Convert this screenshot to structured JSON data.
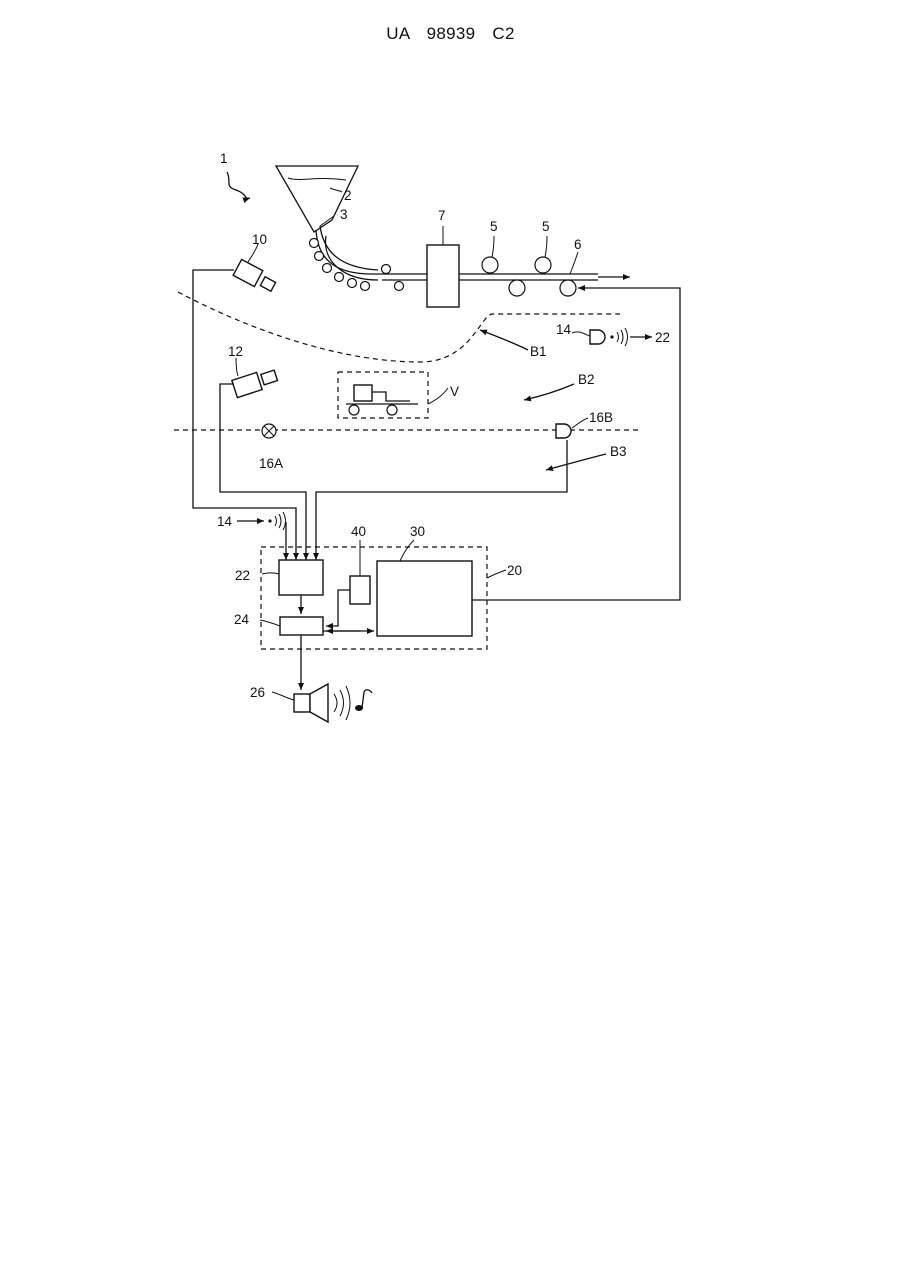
{
  "header": {
    "patent_number": "UA   98939   C2"
  },
  "labels": {
    "system": "1",
    "hopper": "2",
    "chute": "3",
    "roller_a": "5",
    "roller_b": "5",
    "belt": "6",
    "press": "7",
    "camera_1": "10",
    "camera_2": "12",
    "transmitter_top": "14",
    "transmitter_top_target": "22",
    "transmitter_left": "14",
    "lamp": "16A",
    "sensor": "16B",
    "zone_1": "B1",
    "zone_2": "B2",
    "zone_3": "B3",
    "vehicle": "V",
    "control_unit": "20",
    "receiver": "22",
    "processor": "24",
    "display": "30",
    "module": "40",
    "speaker": "26"
  }
}
